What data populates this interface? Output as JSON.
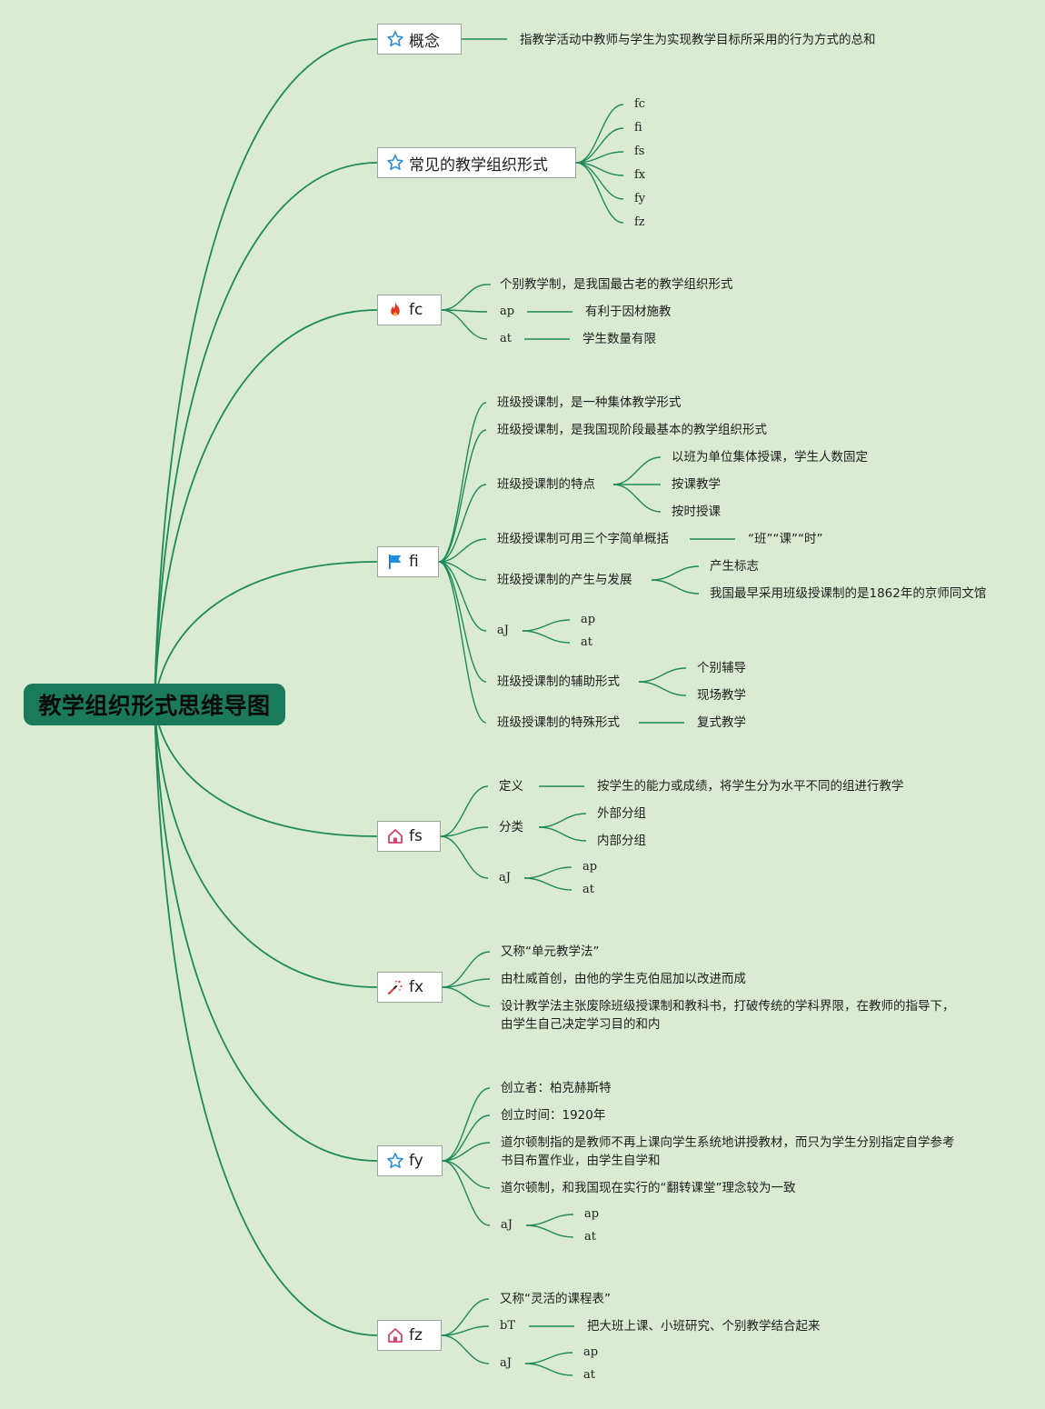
{
  "root": {
    "label": "教学组织形式思维导图"
  },
  "line_color": "#1e8a5a",
  "background": "#dbebd3",
  "branches": {
    "concept": {
      "label": "概念",
      "icon": "star-icon",
      "definition": "指教学活动中教师与学生为实现教学目标所采用的行为方式的总和"
    },
    "common": {
      "label": "常见的教学组织形式",
      "icon": "star-icon",
      "items": [
        "fc",
        "fi",
        "fs",
        "fx",
        "fy",
        "fz"
      ]
    },
    "fc": {
      "label": "fc",
      "icon": "fire-icon",
      "item0": "个别教学制，是我国最古老的教学组织形式",
      "ap": "ap",
      "ap_text": "有利于因材施教",
      "at": "at",
      "at_text": "学生数量有限"
    },
    "fi": {
      "label": "fi",
      "icon": "flag-icon",
      "i0": "班级授课制，是一种集体教学形式",
      "i1": "班级授课制，是我国现阶段最基本的教学组织形式",
      "features": "班级授课制的特点",
      "features_items": [
        "以班为单位集体授课，学生人数固定",
        "按课教学",
        "按时授课"
      ],
      "summary": "班级授课制可用三个字简单概括",
      "summary_text": "“班”“课”“时”",
      "origin": "班级授课制的产生与发展",
      "origin_items": [
        "产生标志",
        "我国最早采用班级授课制的是1862年的京师同文馆"
      ],
      "aj": "aJ",
      "aj_items": [
        "ap",
        "at"
      ],
      "aux": "班级授课制的辅助形式",
      "aux_items": [
        "个别辅导",
        "现场教学"
      ],
      "special": "班级授课制的特殊形式",
      "special_text": "复式教学"
    },
    "fs": {
      "label": "fs",
      "icon": "home-icon",
      "def": "定义",
      "def_text": "按学生的能力或成绩，将学生分为水平不同的组进行教学",
      "cat": "分类",
      "cat_items": [
        "外部分组",
        "内部分组"
      ],
      "aj": "aJ",
      "aj_items": [
        "ap",
        "at"
      ]
    },
    "fx": {
      "label": "fx",
      "icon": "magic-wand-icon",
      "i0": "又称“单元教学法”",
      "i1": "由杜威首创，由他的学生克伯屈加以改进而成",
      "i2": "设计教学法主张废除班级授课制和教科书，打破传统的学科界限，在教师的指导下，由学生自己决定学习目的和内"
    },
    "fy": {
      "label": "fy",
      "icon": "star-icon",
      "i0": "创立者：柏克赫斯特",
      "i1": "创立时间：1920年",
      "i2": "道尔顿制指的是教师不再上课向学生系统地讲授教材，而只为学生分别指定自学参考书目布置作业，由学生自学和",
      "i3": "道尔顿制，和我国现在实行的“翻转课堂”理念较为一致",
      "aj": "aJ",
      "aj_items": [
        "ap",
        "at"
      ]
    },
    "fz": {
      "label": "fz",
      "icon": "home-icon",
      "i0": "又称“灵活的课程表”",
      "bt": "bT",
      "bt_text": "把大班上课、小班研究、个别教学结合起来",
      "aj": "aJ",
      "aj_items": [
        "ap",
        "at"
      ]
    }
  }
}
